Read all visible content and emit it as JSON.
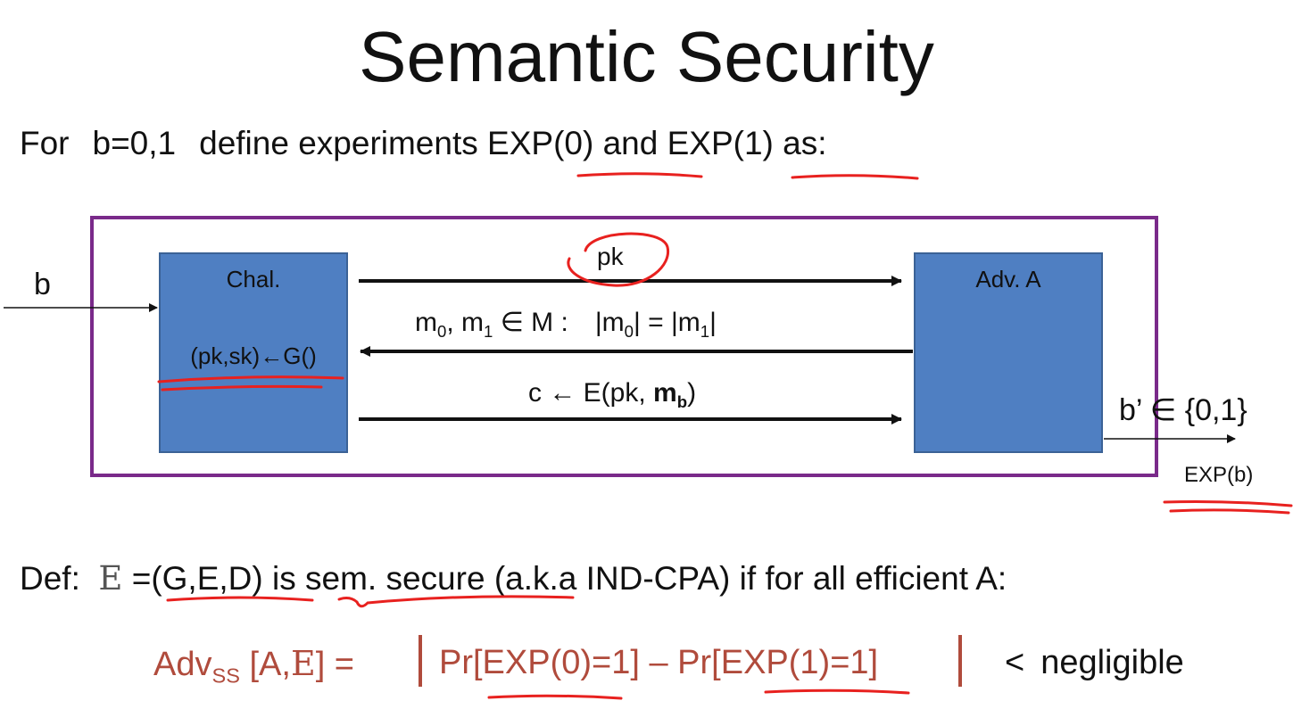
{
  "title": "Semantic Security",
  "intro": {
    "for": "For",
    "b_values": "b=0,1",
    "text1": "define experiments",
    "exp0": "EXP(0)",
    "and": "and",
    "exp1": "EXP(1)",
    "as": "as:"
  },
  "diagram": {
    "input_b": "b",
    "challenger_label": "Chal.",
    "keygen": "(pk,sk)←G()",
    "adversary_label": "Adv. A",
    "pk": "pk",
    "messages": {
      "m": "m",
      "sub0": "0",
      "sep": ", ",
      "sub1": "1",
      "rest": " ∈ M :",
      "cond_open": "|m",
      "cond_mid": "| = |m",
      "cond_close": "|"
    },
    "ciphertext": {
      "prefix": "c ← E(pk, ",
      "m": "m",
      "sub": "b",
      "close": ")"
    },
    "output": "b’ ∈ {0,1}",
    "exp_b": "EXP(b)"
  },
  "definition": {
    "def": "Def:",
    "scheme_symbol": "E",
    "eq": "=",
    "tuple": "(G,E,D)",
    "is": "is",
    "sem_secure": "sem. secure",
    "rest": "(a.k.a IND-CPA) if for all efficient  A:"
  },
  "advantage": {
    "adv": "Adv",
    "sub": "SS",
    "args_open": " [A,",
    "scheme_symbol": "E",
    "args_close": "]  =",
    "pr_a": "Pr[EXP(0)=1]",
    "minus": " – ",
    "pr_b": "Pr[EXP(1)=1]",
    "lt": "<",
    "negligible": "negligible"
  },
  "colors": {
    "box_fill": "#4f7fc2",
    "frame": "#7a2a8a",
    "formula": "#b04b3c",
    "annotation": "#e8211f"
  }
}
